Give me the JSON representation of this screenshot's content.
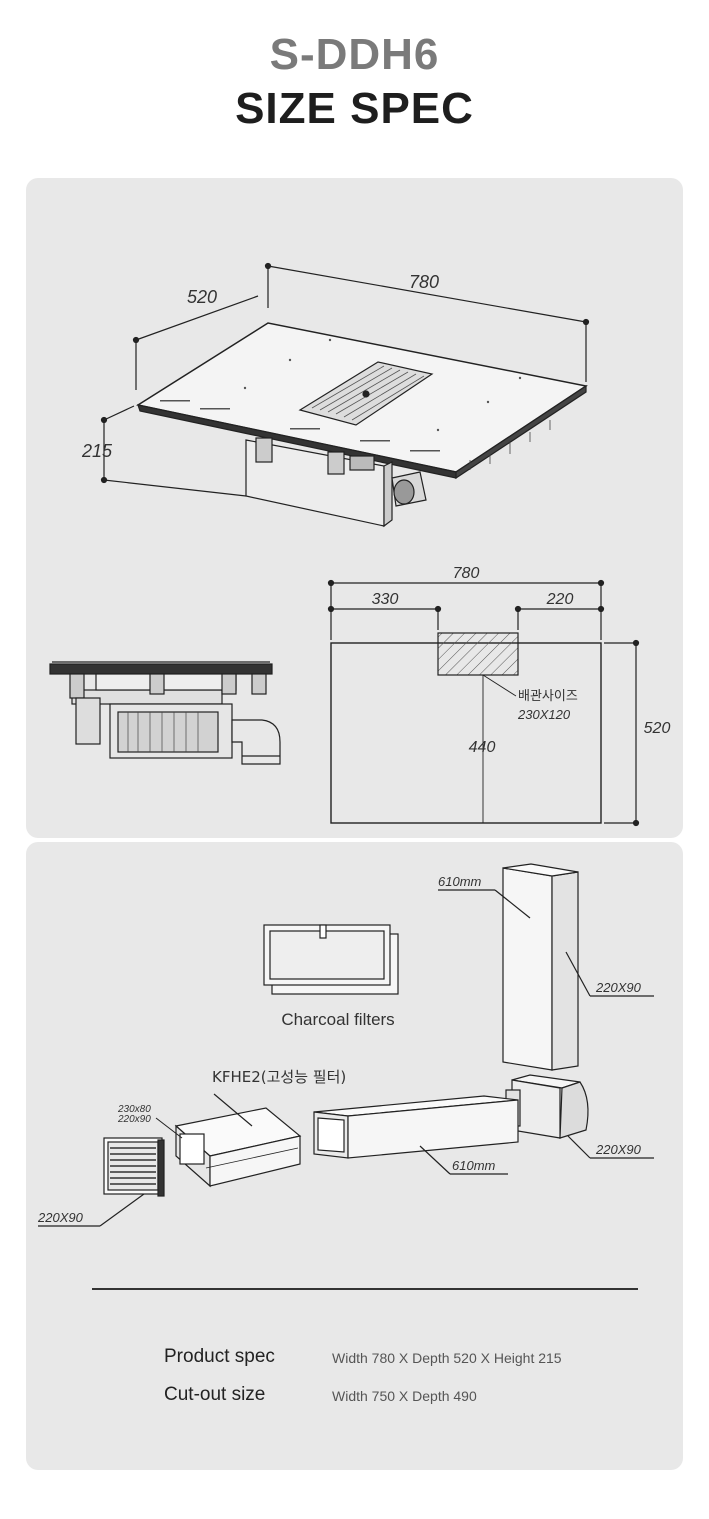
{
  "header": {
    "model": "S-DDH6",
    "title": "SIZE SPEC"
  },
  "isometric": {
    "width": "780",
    "depth": "520",
    "height": "215"
  },
  "plan": {
    "total_width": "780",
    "left_offset": "330",
    "right_offset": "220",
    "depth": "520",
    "center_label": "440",
    "duct_label": "배관사이즈",
    "duct_size": "230X120"
  },
  "accessories": {
    "charcoal_filters": "Charcoal filters",
    "kfhe2": "KFHE2(고성능 필터)",
    "vertical_duct_length": "610mm",
    "vertical_duct_size": "220X90",
    "elbow_size": "220X90",
    "horizontal_duct_length": "610mm",
    "adapter_size_a": "230x80",
    "adapter_size_b": "220x90",
    "grille_size": "220X90"
  },
  "specs": [
    {
      "label": "Product spec",
      "value": "Width 780 X Depth 520 X Height 215"
    },
    {
      "label": "Cut-out size",
      "value": "Width 750 X Depth 490"
    }
  ]
}
